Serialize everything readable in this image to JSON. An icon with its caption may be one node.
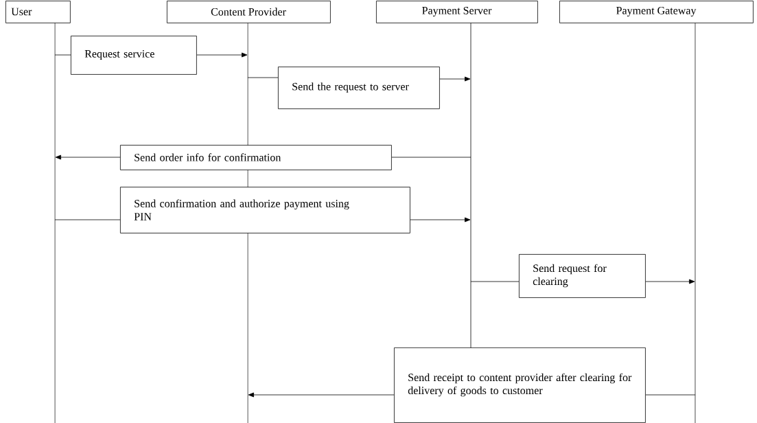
{
  "diagram": {
    "nodes": [
      {
        "text": [
          "User"
        ]
      },
      {
        "text": [
          "Content Provider"
        ]
      },
      {
        "text": [
          "Payment Server"
        ]
      },
      {
        "text": [
          "Payment Gateway"
        ]
      },
      {
        "text": [],
        "shape": "line"
      },
      {
        "text": [],
        "shape": "line"
      },
      {
        "text": [],
        "shape": "line"
      },
      {
        "text": [],
        "shape": "line"
      },
      {
        "text": [
          "Request service"
        ]
      },
      {
        "text": [
          "Send the request to server"
        ]
      },
      {
        "text": [
          "Send order info for confirmation"
        ]
      },
      {
        "text": [
          "Send confirmation and authorize payment using PIN"
        ]
      },
      {
        "text": [
          "Send request for clearing"
        ]
      },
      {
        "text": [
          "Send receipt to content provider after clearing for delivery of goods to customer"
        ]
      }
    ],
    "edges": [
      {
        "from": 4,
        "to": 8,
        "arrow": "none"
      },
      {
        "from": 8,
        "to": 5,
        "arrow": "to"
      },
      {
        "from": 5,
        "to": 9,
        "arrow": "none"
      },
      {
        "from": 9,
        "to": 6,
        "arrow": "to"
      },
      {
        "from": 6,
        "to": 10,
        "arrow": "none"
      },
      {
        "from": 10,
        "to": 4,
        "arrow": "to"
      },
      {
        "from": 4,
        "to": 11,
        "arrow": "none"
      },
      {
        "from": 11,
        "to": 6,
        "arrow": "to"
      },
      {
        "from": 6,
        "to": 12,
        "arrow": "none"
      },
      {
        "from": 12,
        "to": 7,
        "arrow": "to"
      },
      {
        "from": 7,
        "to": 13,
        "arrow": "none"
      },
      {
        "from": 13,
        "to": 5,
        "arrow": "to"
      }
    ]
  }
}
